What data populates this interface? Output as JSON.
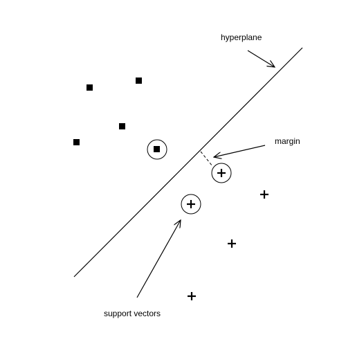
{
  "labels": {
    "hyperplane": "hyperplane",
    "margin": "margin",
    "support_vectors": "support vectors"
  },
  "classes": {
    "negative": {
      "marker": "filled-square",
      "color": "#000000"
    },
    "positive": {
      "marker": "plus",
      "color": "#000000"
    }
  },
  "support_vector_marker": "circle"
}
